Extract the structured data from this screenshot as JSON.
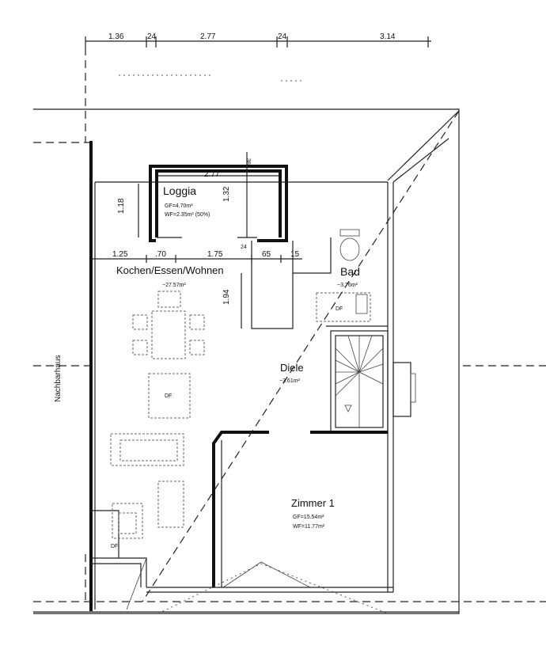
{
  "dimensions_top": [
    "1.36",
    "24",
    "2.77",
    "24",
    "3.14"
  ],
  "dimensions_inner": [
    "2.77",
    "38",
    "1.32",
    "1.18",
    "24"
  ],
  "dimensions_row": [
    "1.25",
    ".70",
    "1.75",
    "65",
    "15"
  ],
  "dimension_vertical": "1.94",
  "neighbour_label": "Nachbarhaus",
  "rooms": {
    "loggia": {
      "name": "Loggia",
      "gf": "GF=4.70m²",
      "wf": "WF=2.35m² (50%)"
    },
    "kochen": {
      "name": "Kochen/Essen/Wohnen",
      "area": "~27.57m²"
    },
    "bad": {
      "name": "Bad",
      "area": "~3.76m²"
    },
    "diele": {
      "name": "Diele",
      "area": "~3.61m²"
    },
    "zimmer": {
      "name": "Zimmer 1",
      "gf": "GF=15.54m²",
      "wf": "WF=11.77m²"
    }
  },
  "df_labels": [
    "DF",
    "DF",
    "DF"
  ]
}
